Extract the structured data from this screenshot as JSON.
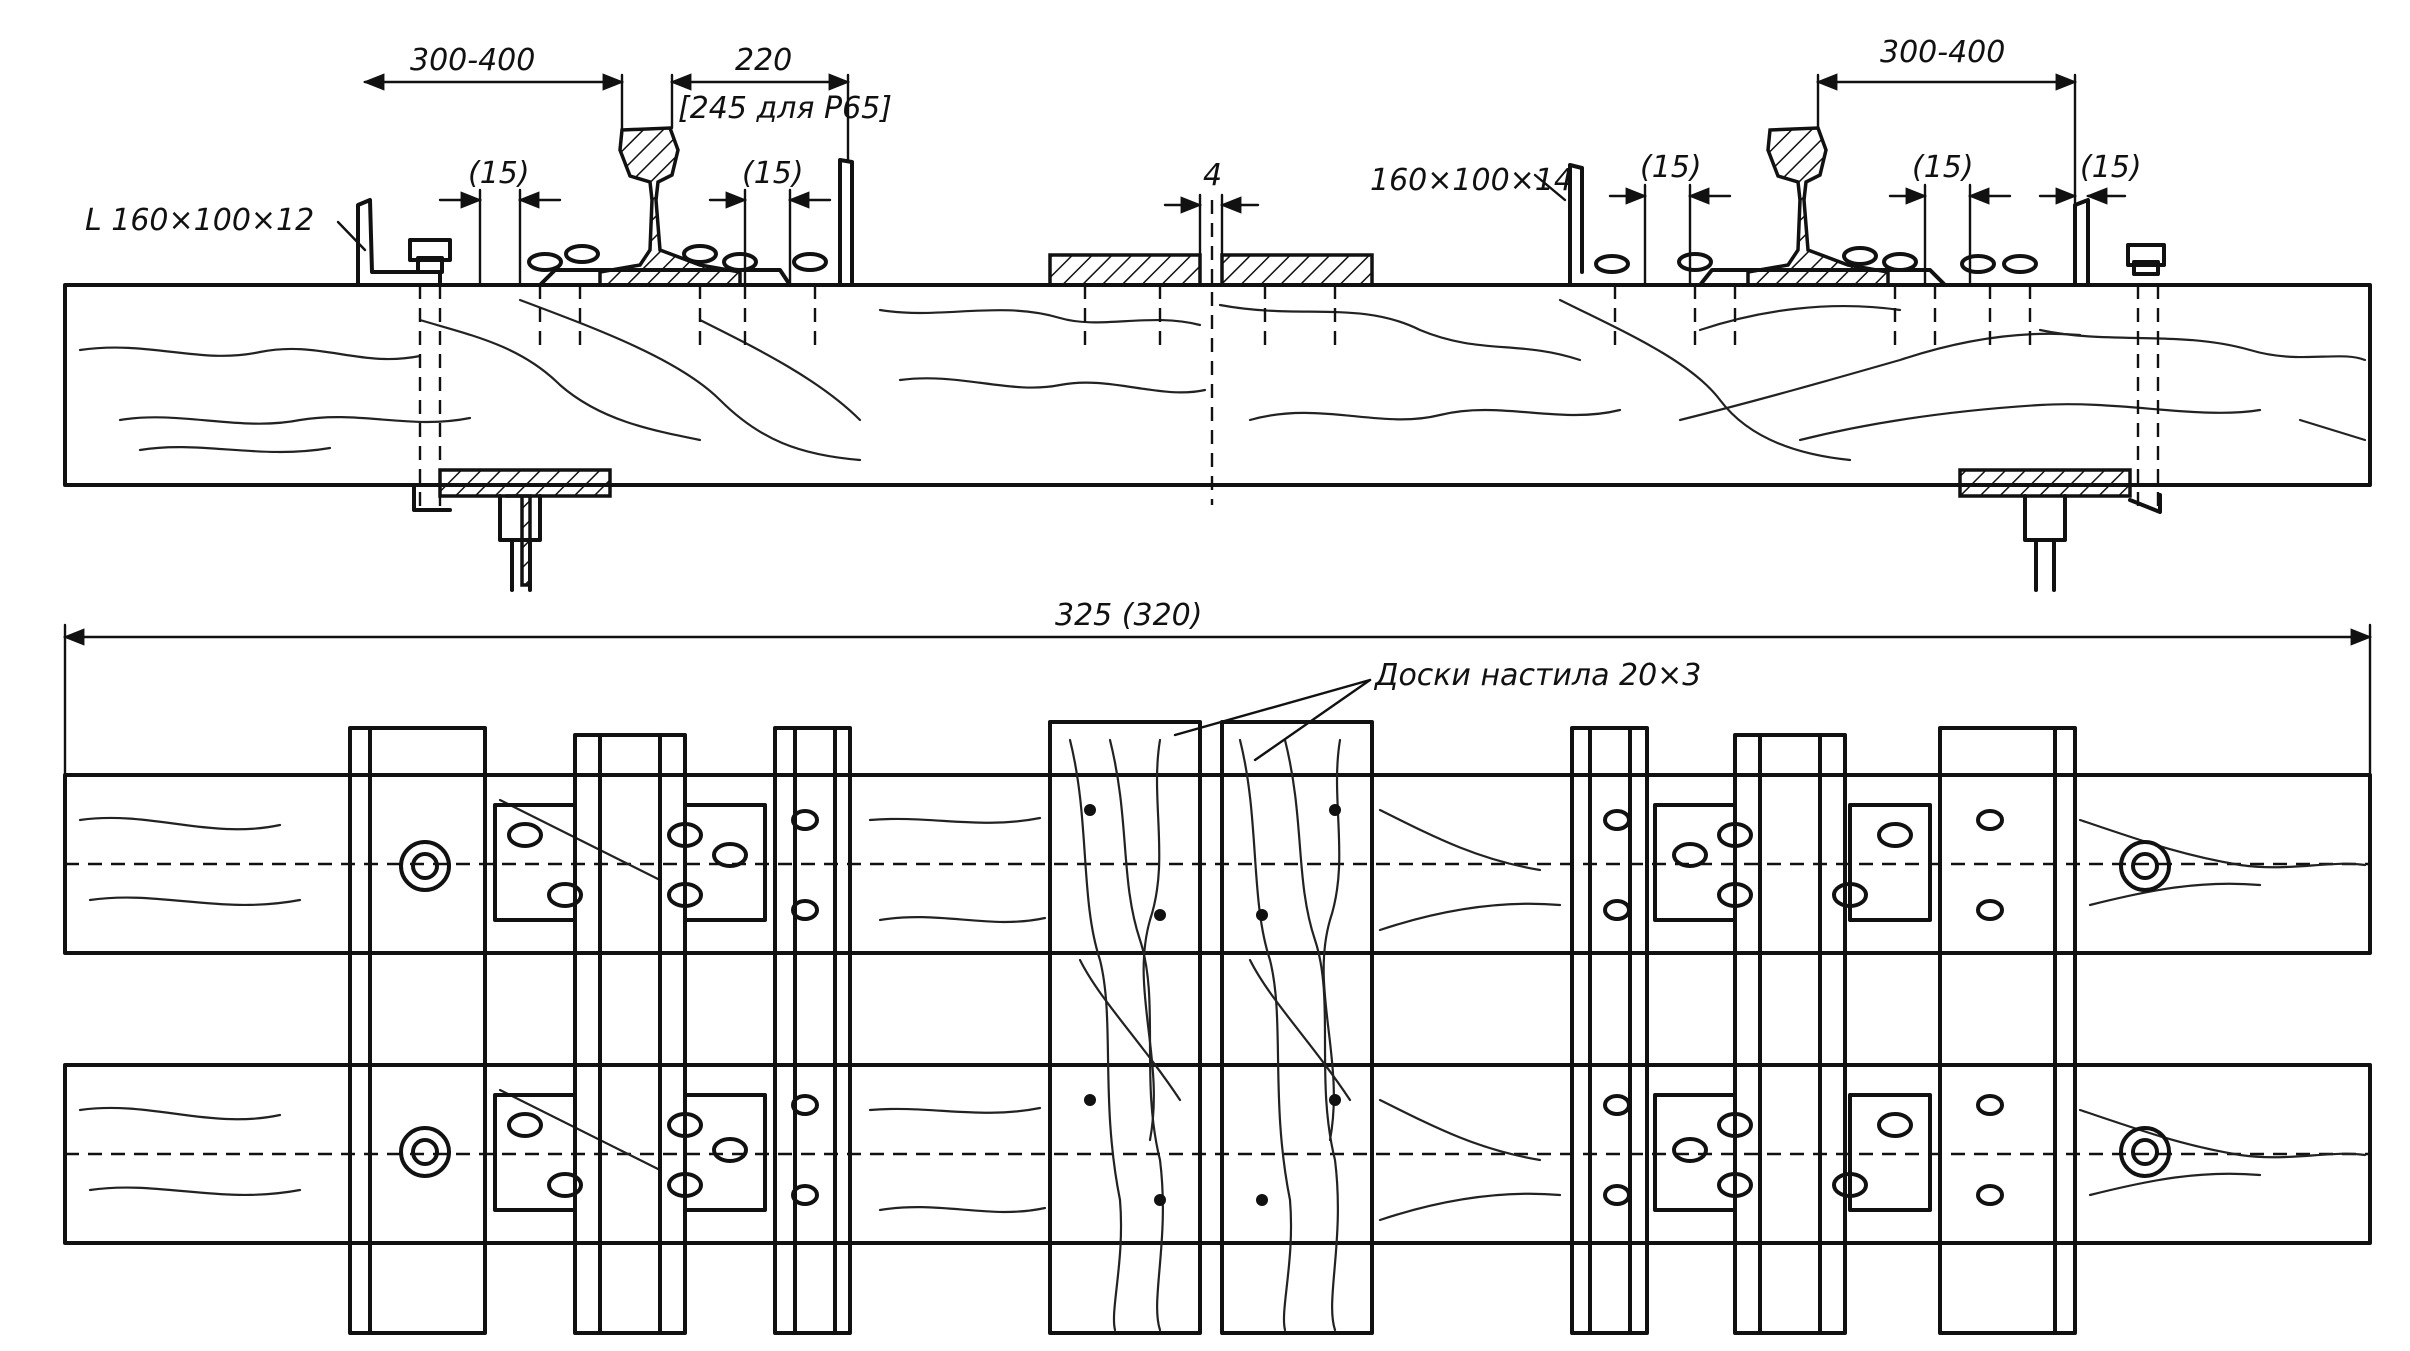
{
  "labels": {
    "dim_left_spacing": "300-400",
    "dim_rail_gauge_plate": "220",
    "dim_rail_gauge_plate_alt": "[245 для Р65]",
    "dim_right_spacing": "300-400",
    "dim_gap_15_a": "(15)",
    "dim_gap_15_b": "(15)",
    "dim_gap_15_c": "(15)",
    "dim_gap_15_d": "(15)",
    "dim_gap_15_e": "(15)",
    "dim_center_gap": "4",
    "angle_left": "L 160×100×12",
    "angle_right": "160×100×14",
    "dim_total_length": "325 (320)",
    "deck_boards": "Доски настила 20×3"
  }
}
